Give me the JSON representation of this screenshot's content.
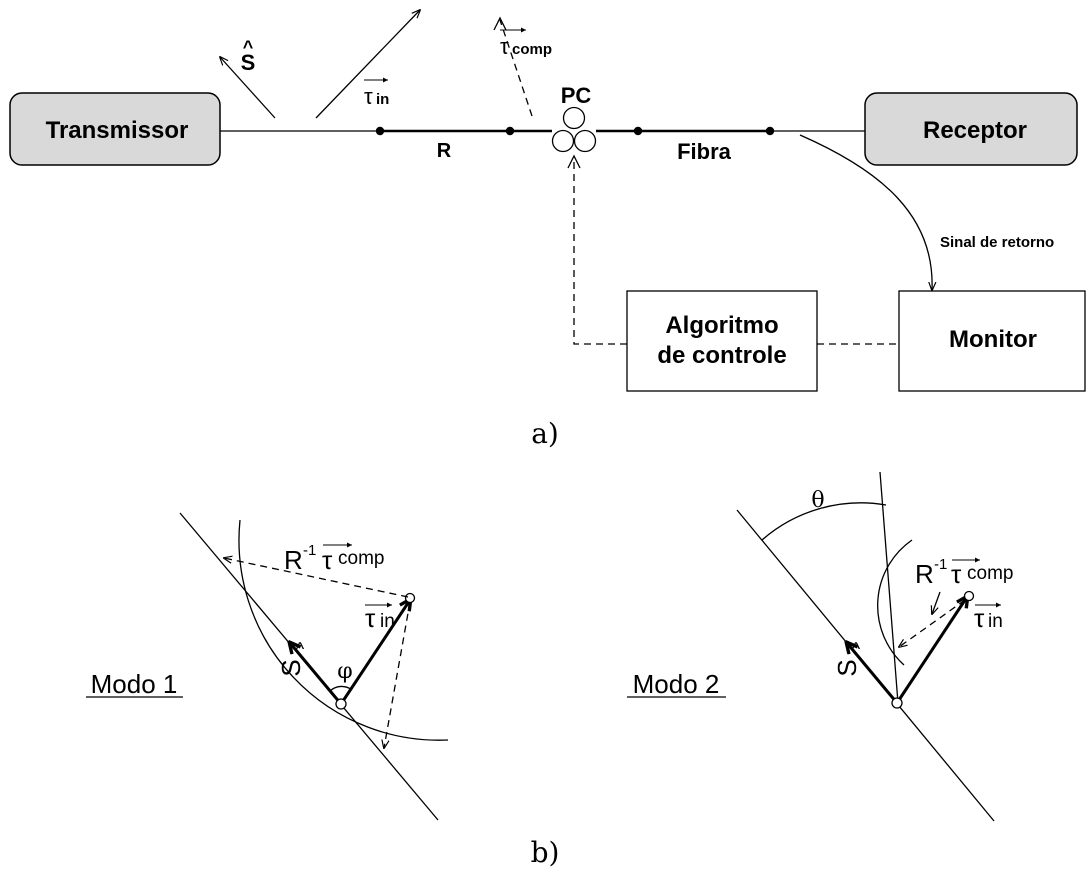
{
  "part_a": {
    "transmitter": "Transmissor",
    "receiver": "Receptor",
    "segment_r": "R",
    "fiber": "Fibra",
    "pc": "PC",
    "s_hat": "S",
    "tau_in": "in",
    "tau_comp": "comp",
    "return_signal": "Sinal de retorno",
    "algorithm_line1": "Algoritmo",
    "algorithm_line2": "de controle",
    "monitor": "Monitor",
    "caption": "a)"
  },
  "part_b": {
    "mode1": {
      "title": "Modo 1",
      "r_inv": "R",
      "exponent": "-1",
      "tau_comp": "comp",
      "tau_in": "in",
      "s_hat": "S",
      "angle": "φ"
    },
    "mode2": {
      "title": "Modo 2",
      "r_inv": "R",
      "exponent": "-1",
      "tau_comp": "comp",
      "tau_in": "in",
      "s_hat": "S",
      "angle": "θ"
    },
    "caption": "b)"
  },
  "tau_symbol": "τ",
  "icons": [
    "vector-arrow-icon",
    "polarization-controller-icon"
  ]
}
